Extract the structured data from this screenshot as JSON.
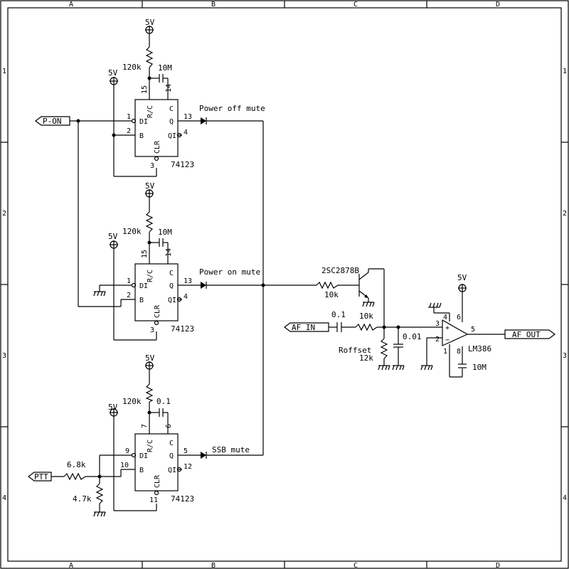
{
  "frame": {
    "columns": [
      "A",
      "B",
      "C",
      "D"
    ],
    "rows": [
      "1",
      "2",
      "3",
      "4"
    ]
  },
  "supply_label": "5V",
  "chips": [
    {
      "name": "74123",
      "pin_di": "1",
      "pin_b": "2",
      "pin_clr": "3",
      "pin_q": "13",
      "pin_qn": "4",
      "pin_rc": "15",
      "pin_c": "14",
      "r_label": "120k",
      "c_label": "10M",
      "output_label": "Power off mute"
    },
    {
      "name": "74123",
      "pin_di": "1",
      "pin_b": "2",
      "pin_clr": "3",
      "pin_q": "13",
      "pin_qn": "4",
      "pin_rc": "15",
      "pin_c": "14",
      "r_label": "120k",
      "c_label": "10M",
      "output_label": "Power on mute"
    },
    {
      "name": "74123",
      "pin_di": "9",
      "pin_b": "10",
      "pin_clr": "11",
      "pin_q": "5",
      "pin_qn": "12",
      "pin_rc": "7",
      "pin_c": "6",
      "r_label": "120k",
      "c_label": "0.1",
      "output_label": "SSB mute"
    }
  ],
  "ic_pin_names": {
    "di": "DI",
    "b": "B",
    "clr": "CLR",
    "q": "Q",
    "qn": "QI",
    "rc": "R/C",
    "c": "C"
  },
  "ports": {
    "p_on": "P-ON",
    "ptt": "PTT",
    "af_in": "AF IN",
    "af_out": "AF OUT"
  },
  "ptt_network": {
    "r_series": "6.8k",
    "r_pulldown": "4.7k"
  },
  "transistor": {
    "name": "2SC2878B",
    "r_base": "10k"
  },
  "af_path": {
    "c_in": "0.1",
    "r_in": "10k",
    "c_filter": "0.01",
    "r_offset_name": "Roffset",
    "r_offset_value": "12k"
  },
  "amp": {
    "name": "LM386",
    "pin_inv": "2",
    "pin_noninv": "3",
    "pin_out": "5",
    "pin_vs": "6",
    "pin_gnd": "4",
    "pin_g1": "1",
    "pin_g8": "8",
    "gain_cap": "10M"
  }
}
